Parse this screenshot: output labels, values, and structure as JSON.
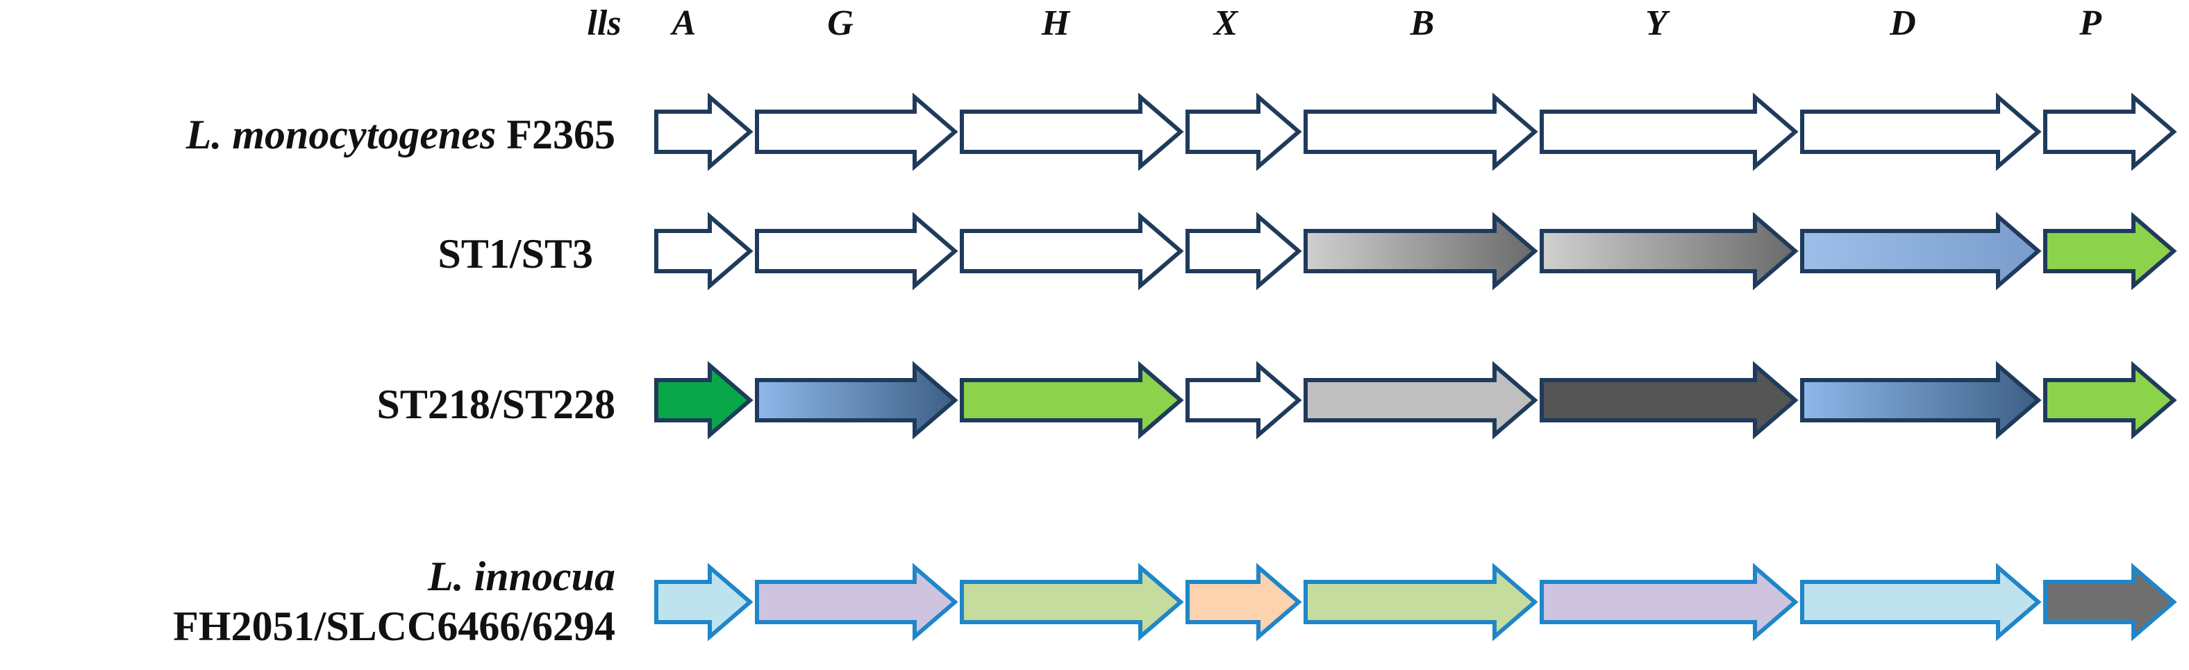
{
  "locus_prefix": "lls",
  "genes": [
    "A",
    "G",
    "H",
    "X",
    "B",
    "Y",
    "D",
    "P"
  ],
  "rows": [
    {
      "label_italic": "L. monocytogenes",
      "label_plain": "F2365",
      "outline": "#1f3b5c",
      "fills": [
        {
          "solid": "#ffffff"
        },
        {
          "solid": "#ffffff"
        },
        {
          "solid": "#ffffff"
        },
        {
          "solid": "#ffffff"
        },
        {
          "solid": "#ffffff"
        },
        {
          "solid": "#ffffff"
        },
        {
          "solid": "#ffffff"
        },
        {
          "solid": "#ffffff"
        }
      ]
    },
    {
      "label_italic": "",
      "label_plain": "ST1/ST3",
      "outline": "#1f3b5c",
      "fills": [
        {
          "solid": "#ffffff"
        },
        {
          "solid": "#ffffff"
        },
        {
          "solid": "#ffffff"
        },
        {
          "solid": "#ffffff"
        },
        {
          "from": "#d0d0d0",
          "to": "#6a6a6a"
        },
        {
          "from": "#d0d0d0",
          "to": "#6a6a6a"
        },
        {
          "from": "#9dbfe9",
          "to": "#7a9ccb"
        },
        {
          "solid": "#8cd24a"
        }
      ]
    },
    {
      "label_italic": "",
      "label_plain": "ST218/ST228",
      "outline": "#1f3b5c",
      "fills": [
        {
          "solid": "#08a84a"
        },
        {
          "from": "#8fb8ea",
          "to": "#3d5f85"
        },
        {
          "solid": "#8cd24a"
        },
        {
          "solid": "#ffffff"
        },
        {
          "solid": "#bfbfbf"
        },
        {
          "solid": "#555555"
        },
        {
          "from": "#8fb8ea",
          "to": "#3d5f85"
        },
        {
          "solid": "#8cd24a"
        }
      ]
    },
    {
      "label_italic": "L. innocua",
      "label_plain": "FH2051/SLCC6466/6294",
      "outline": "#1f86c9",
      "fills": [
        {
          "solid": "#bfe3ee"
        },
        {
          "solid": "#cfc4e0"
        },
        {
          "solid": "#c5dc9e"
        },
        {
          "solid": "#fdd2ae"
        },
        {
          "solid": "#c5dc9e"
        },
        {
          "solid": "#cfc4e0"
        },
        {
          "solid": "#bfe3ee"
        },
        {
          "solid": "#6f6f6f"
        }
      ]
    }
  ]
}
